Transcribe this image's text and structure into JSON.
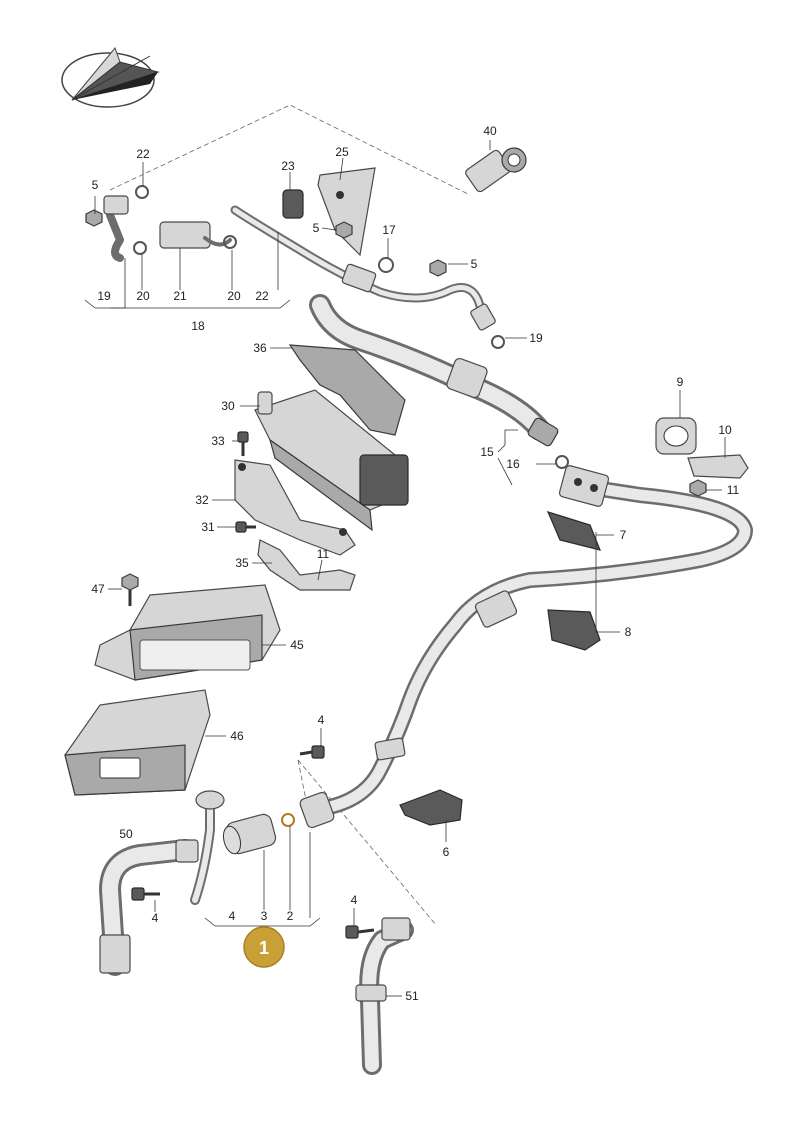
{
  "diagram": {
    "labels": [
      "1",
      "2",
      "3",
      "4",
      "4",
      "4",
      "4",
      "5",
      "5",
      "5",
      "6",
      "7",
      "8",
      "9",
      "10",
      "11",
      "11",
      "15",
      "16",
      "17",
      "18",
      "19",
      "19",
      "20",
      "20",
      "21",
      "22",
      "22",
      "23",
      "25",
      "30",
      "31",
      "32",
      "33",
      "35",
      "36",
      "40",
      "45",
      "46",
      "47",
      "50",
      "51"
    ],
    "badge": {
      "text": "1",
      "color": "#c9a036"
    },
    "icons": [
      "direction-arrow-icon"
    ]
  }
}
